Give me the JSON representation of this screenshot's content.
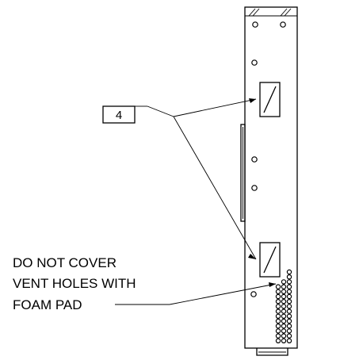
{
  "callout": {
    "item_number": "4"
  },
  "note": {
    "lines": [
      "DO NOT COVER",
      "VENT HOLES WITH",
      "FOAM PAD"
    ]
  }
}
